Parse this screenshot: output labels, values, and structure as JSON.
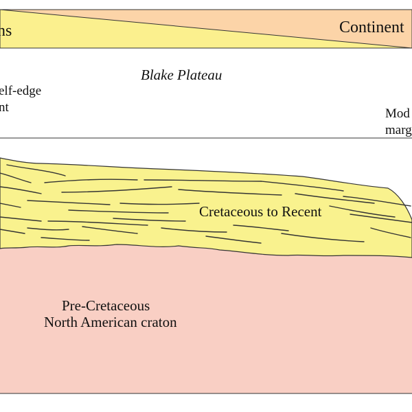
{
  "header": {
    "left_fragment": "ns",
    "right_fragment": "Continent"
  },
  "labels": {
    "plateau": "Blake Plateau",
    "shelf_edge_line1": "elf-edge",
    "shelf_edge_line2": "nt",
    "margin_line1": "Mod",
    "margin_line2": "marg",
    "sediments": "Cretaceous to Recent",
    "basement_line1": "Pre-Cretaceous",
    "basement_line2": "North American craton"
  },
  "colors": {
    "top_yellow": "#fbf08e",
    "top_peach": "#fcd4a8",
    "sediment_yellow": "#f9f28e",
    "craton_pink": "#f9cfc4",
    "line": "#333333"
  }
}
